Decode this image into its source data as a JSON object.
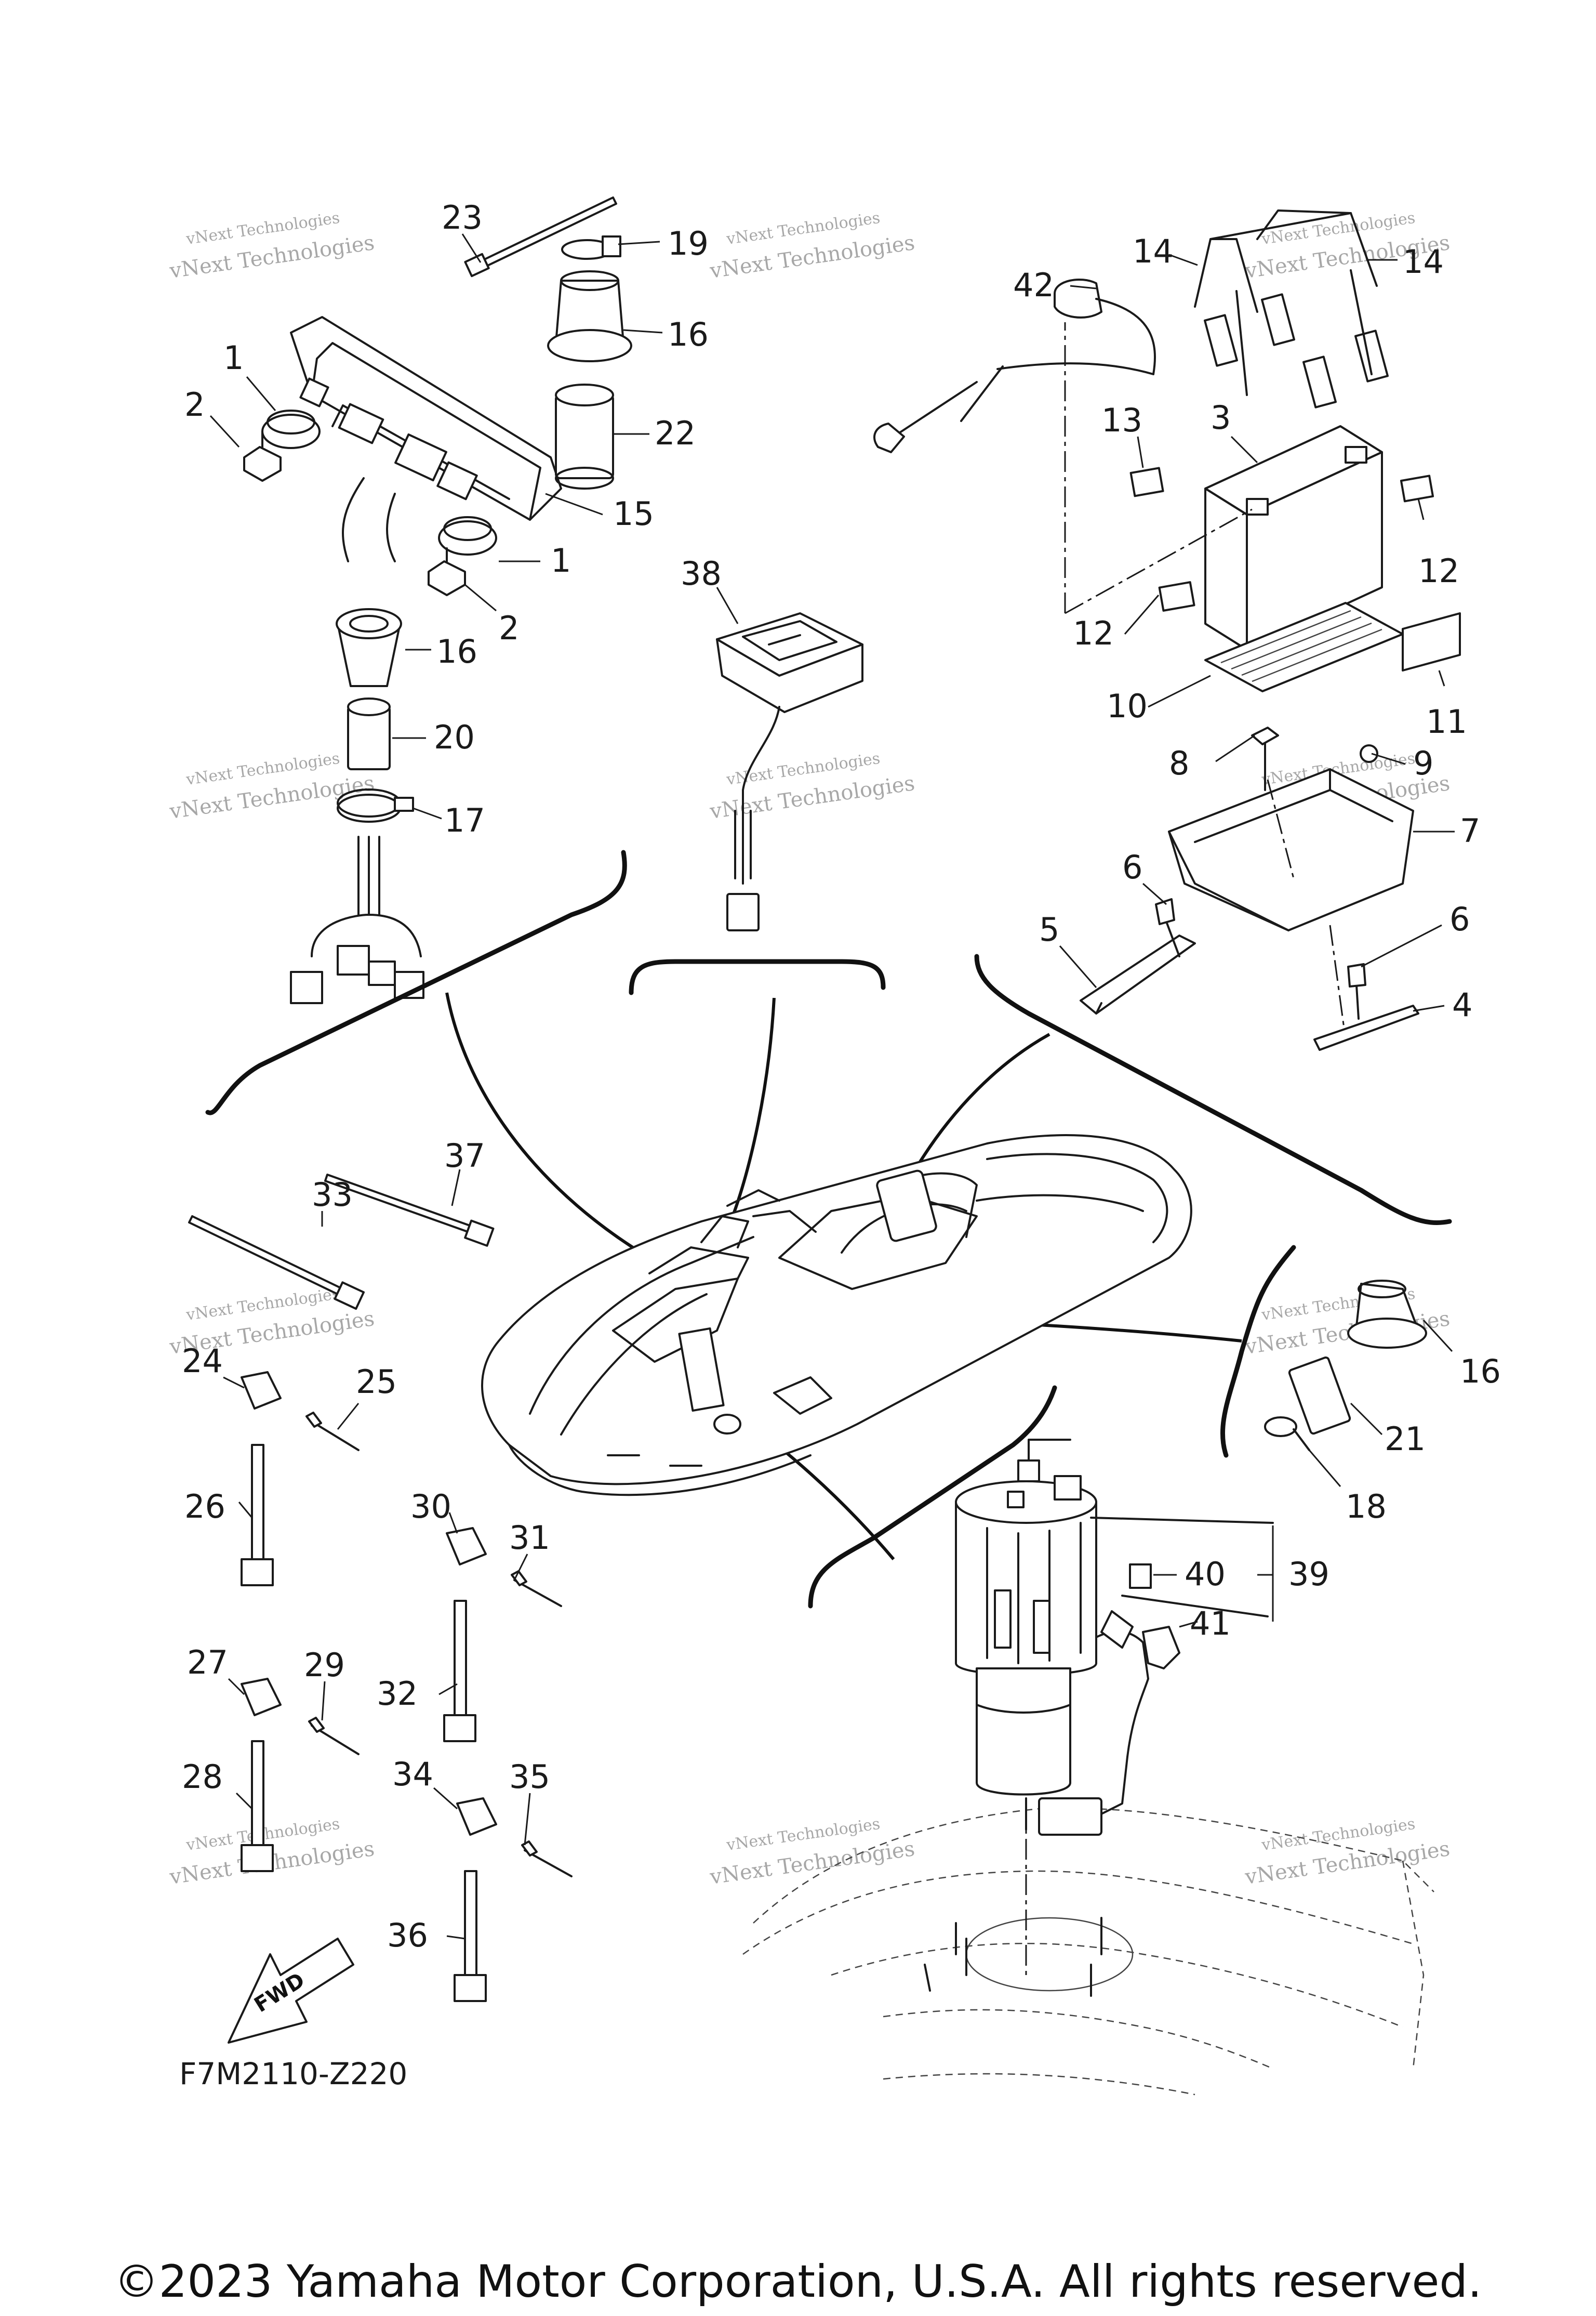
{
  "diagram": {
    "code": "F7M2110-Z220",
    "copyright": "©2023 Yamaha Motor Corporation, U.S.A. All rights reserved.",
    "fwd_label": "FWD",
    "watermark_line1": "vNext Technologies",
    "watermark_line2": "vNext Technologies",
    "labels": {
      "p1a": "1",
      "p1b": "1",
      "p2a": "2",
      "p2b": "2",
      "p3": "3",
      "p4": "4",
      "p5": "5",
      "p6a": "6",
      "p6b": "6",
      "p7": "7",
      "p8": "8",
      "p9": "9",
      "p10": "10",
      "p11": "11",
      "p12a": "12",
      "p12b": "12",
      "p13": "13",
      "p14a": "14",
      "p14b": "14",
      "p15": "15",
      "p16a": "16",
      "p16b": "16",
      "p16c": "16",
      "p17": "17",
      "p18": "18",
      "p19": "19",
      "p20": "20",
      "p21": "21",
      "p22": "22",
      "p23": "23",
      "p24": "24",
      "p25": "25",
      "p26": "26",
      "p27": "27",
      "p28": "28",
      "p29": "29",
      "p30": "30",
      "p31": "31",
      "p32": "32",
      "p33": "33",
      "p34": "34",
      "p35": "35",
      "p36": "36",
      "p37": "37",
      "p38": "38",
      "p39": "39",
      "p40": "40",
      "p41": "41",
      "p42": "42"
    }
  }
}
